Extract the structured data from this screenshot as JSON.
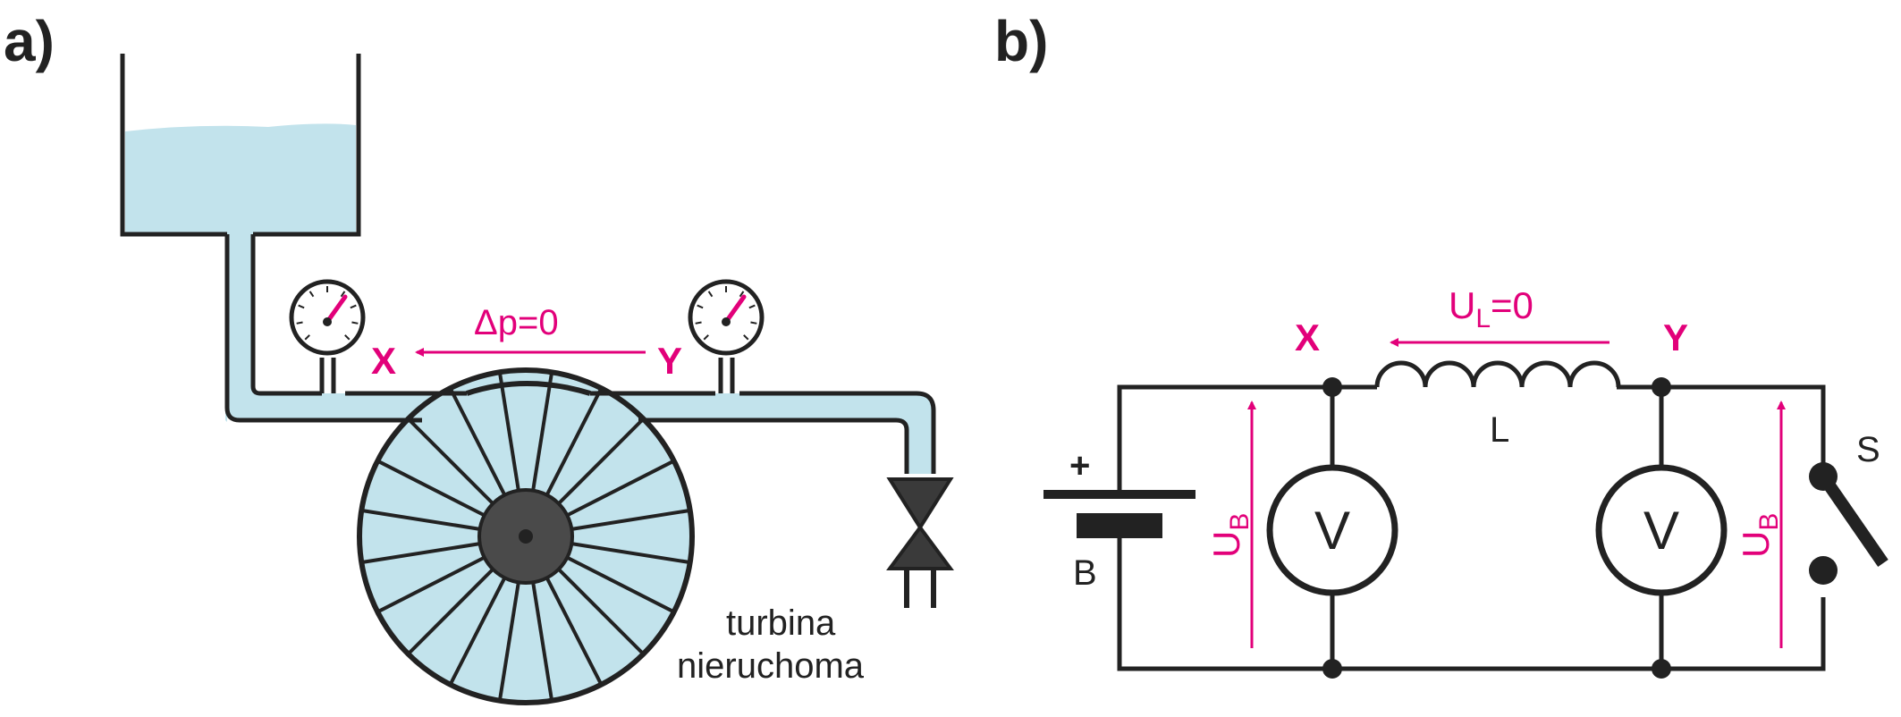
{
  "panel_a": {
    "label": "a)",
    "node_x": "X",
    "node_y": "Y",
    "pressure_label": "Δp=0",
    "turbine_line1": "turbina",
    "turbine_line2": "nieruchoma"
  },
  "panel_b": {
    "label": "b)",
    "node_x": "X",
    "node_y": "Y",
    "ul_main": "U",
    "ul_sub": "L",
    "ul_rest": "=0",
    "inductor": "L",
    "battery": "B",
    "battery_plus": "+",
    "voltmeter": "V",
    "switch": "S",
    "ub_main": "U",
    "ub_sub": "B"
  },
  "colors": {
    "water": "#c2e3ec",
    "accent": "#e2007a",
    "line": "#222222",
    "hub": "#4a4a4a",
    "background": "#ffffff"
  }
}
